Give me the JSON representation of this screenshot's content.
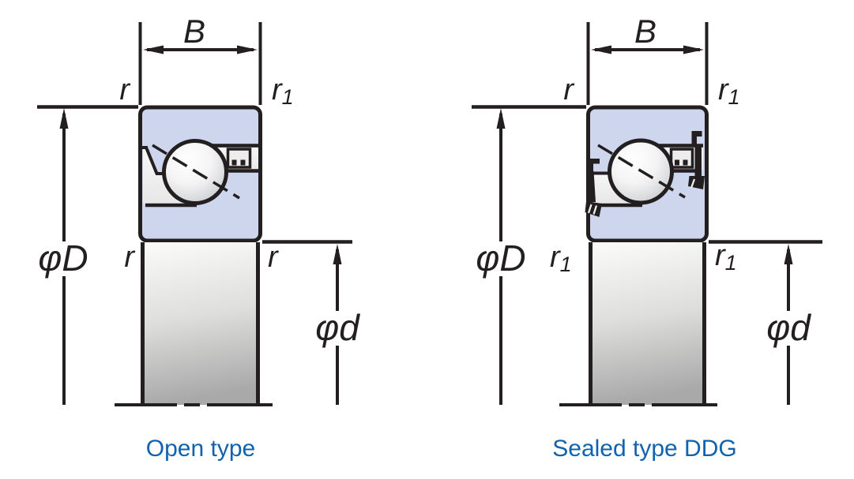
{
  "figure": {
    "description": "Bearing cross-section dimension diagrams",
    "colors": {
      "line": "#231f20",
      "ring_fill": "#cdd6ec",
      "caption_blue": "#0f63ae",
      "steel_light": "#f2f2f3"
    },
    "diagrams": [
      {
        "id": "open",
        "caption": "Open type",
        "labels": {
          "width": "B",
          "outer_diameter": "φD",
          "bore_diameter": "φd",
          "corner_top_left": {
            "base": "r",
            "sub": ""
          },
          "corner_top_right": {
            "base": "r",
            "sub": "1"
          },
          "corner_inner_left": {
            "base": "r",
            "sub": ""
          },
          "corner_inner_right": {
            "base": "r",
            "sub": ""
          }
        }
      },
      {
        "id": "sealed",
        "caption": "Sealed type DDG",
        "labels": {
          "width": "B",
          "outer_diameter": "φD",
          "bore_diameter": "φd",
          "corner_top_left": {
            "base": "r",
            "sub": ""
          },
          "corner_top_right": {
            "base": "r",
            "sub": "1"
          },
          "corner_inner_left": {
            "base": "r",
            "sub": "1"
          },
          "corner_inner_right": {
            "base": "r",
            "sub": "1"
          }
        }
      }
    ]
  }
}
